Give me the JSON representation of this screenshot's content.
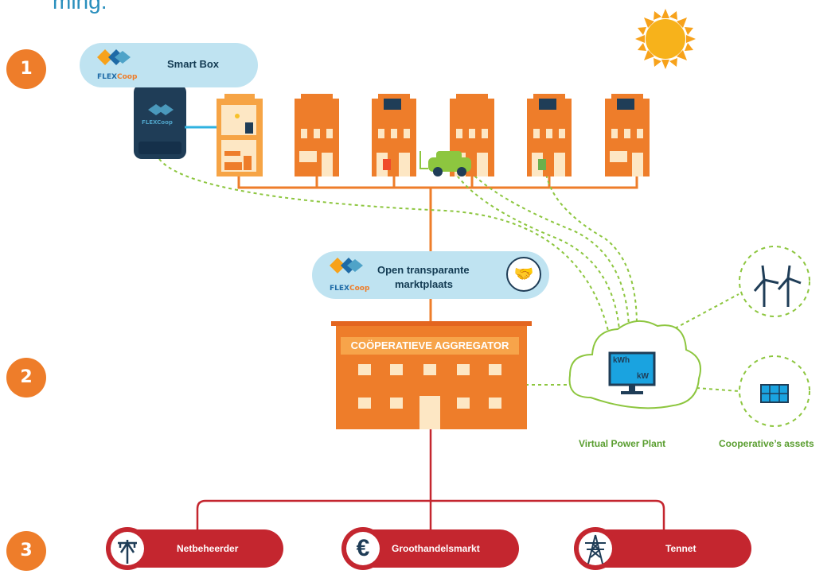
{
  "header": {
    "partial_text": "ming."
  },
  "steps": [
    "1",
    "2",
    "3"
  ],
  "smart_box": {
    "label": "Smart Box",
    "logo_main": "FLEX",
    "logo_accent": "Coop",
    "device_logo": "FLEXCoop"
  },
  "marketplace": {
    "label_line1": "Open transparante",
    "label_line2": "marktplaats",
    "logo_main": "FLEX",
    "logo_accent": "Coop"
  },
  "aggregator": {
    "title": "COÖPERATIEVE AGGREGATOR"
  },
  "vpp": {
    "label": "Virtual Power Plant",
    "screen_line1": "kWh",
    "screen_line2": "kW"
  },
  "assets": {
    "label": "Cooperative’s assets"
  },
  "markets": [
    {
      "label": "Netbeheerder",
      "icon": "utility-pole-icon"
    },
    {
      "label": "Groothandelsmarkt",
      "icon": "euro-icon",
      "icon_text": "€"
    },
    {
      "label": "Tennet",
      "icon": "transmission-tower-icon"
    }
  ],
  "colors": {
    "orange": "#ee7d2a",
    "light_blue": "#bfe3f1",
    "dark_navy": "#1f3d57",
    "green": "#8dc63f",
    "red": "#c4262f",
    "sun": "#f7a21b"
  }
}
